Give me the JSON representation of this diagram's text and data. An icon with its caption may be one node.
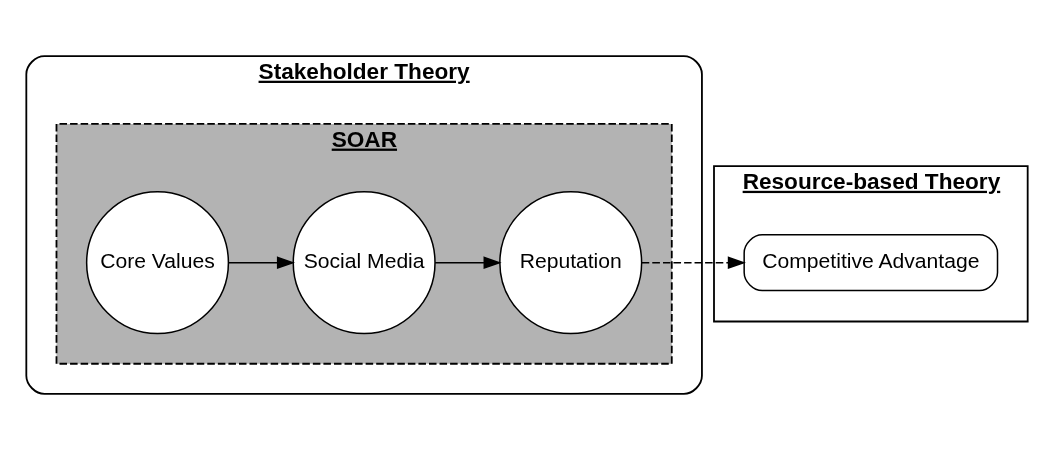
{
  "diagram": {
    "nodes": [
      {
        "text": [
          "Stakeholder Theory"
        ]
      },
      {
        "text": [
          "Resource-based Theory"
        ]
      },
      {
        "text": [
          "SOAR"
        ],
        "in": 0
      },
      {
        "text": [
          "Core Values"
        ],
        "in": 2
      },
      {
        "text": [
          "Social Media"
        ],
        "in": 2
      },
      {
        "text": [
          "Reputation"
        ],
        "in": 2
      },
      {
        "text": [
          "Competitive Advantage"
        ],
        "in": 1
      }
    ],
    "edges": [
      {
        "from": 3,
        "to": 4,
        "arrow": "to"
      },
      {
        "from": 4,
        "to": 5,
        "arrow": "to"
      },
      {
        "from": 5,
        "to": 6,
        "arrow": "to",
        "style": "dashed"
      }
    ]
  }
}
